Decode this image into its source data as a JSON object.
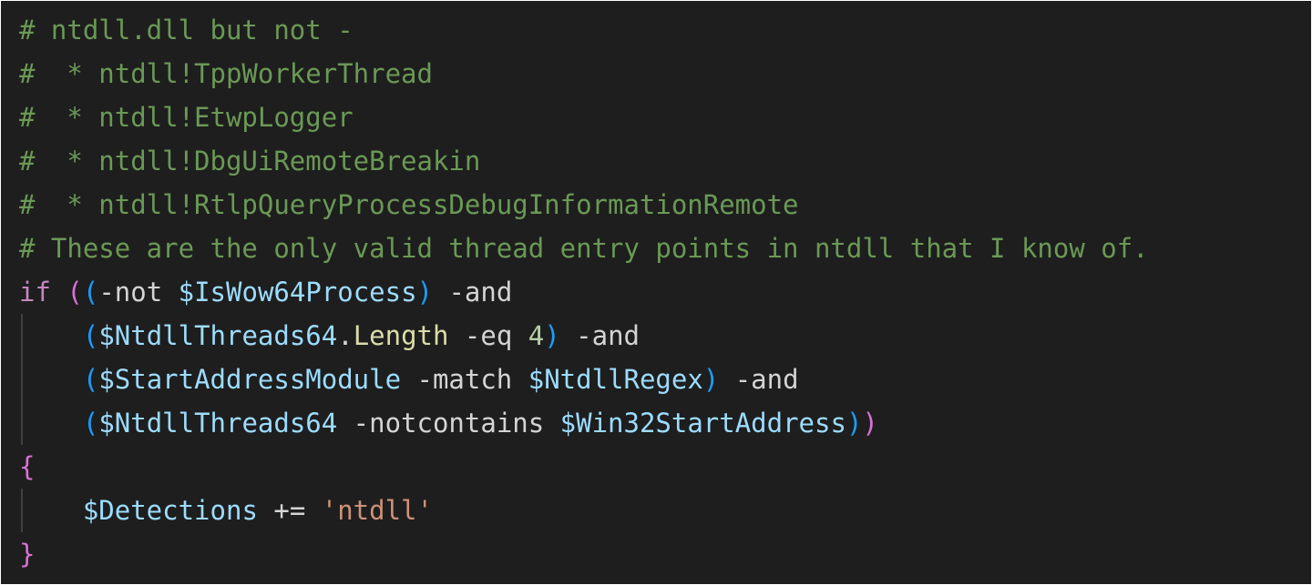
{
  "code": {
    "comment_lines": [
      "# ntdll.dll but not -",
      "#  * ntdll!TppWorkerThread",
      "#  * ntdll!EtwpLogger",
      "#  * ntdll!DbgUiRemoteBreakin",
      "#  * ntdll!RtlpQueryProcessDebugInformationRemote",
      "# These are the only valid thread entry points in ntdll that I know of."
    ],
    "if_line": {
      "keyword": "if",
      "space": " ",
      "open_outer": "(",
      "open_inner": "(",
      "not_op": "-not ",
      "var": "$IsWow64Process",
      "close_inner": ")",
      "and_op": " -and"
    },
    "cond2": {
      "indent": "    ",
      "open": "(",
      "var": "$NtdllThreads64",
      "dot": ".",
      "prop": "Length",
      "op": " -eq ",
      "num": "4",
      "close": ")",
      "and_op": " -and"
    },
    "cond3": {
      "indent": "    ",
      "open": "(",
      "var": "$StartAddressModule",
      "op": " -match ",
      "var2": "$NtdllRegex",
      "close": ")",
      "and_op": " -and"
    },
    "cond4": {
      "indent": "    ",
      "open": "(",
      "var": "$NtdllThreads64",
      "op": " -notcontains ",
      "var2": "$Win32StartAddress",
      "close_inner": ")",
      "close_outer": ")"
    },
    "open_brace": "{",
    "body_line": {
      "indent": "    ",
      "var": "$Detections",
      "op": " += ",
      "str": "'ntdll'"
    },
    "close_brace": "}"
  },
  "colors": {
    "background": "#1e1e1e",
    "comment": "#6a9955",
    "keyword": "#c586c0",
    "variable": "#9cdcfe",
    "string": "#ce9178",
    "number": "#b5cea8",
    "bracket_level1": "#da70d6",
    "bracket_level2": "#179fff",
    "bracket_level3": "#ffd700"
  }
}
